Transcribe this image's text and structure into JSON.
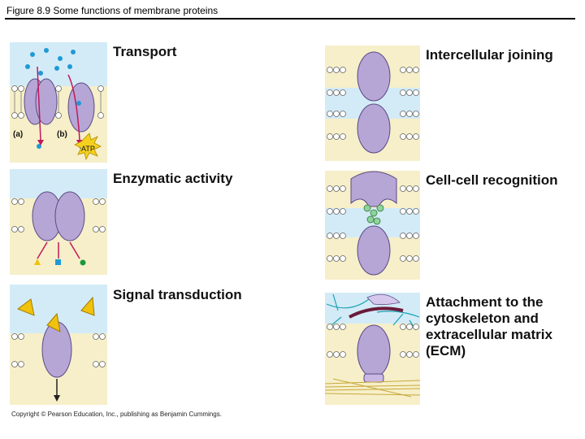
{
  "figure": {
    "title": "Figure 8.9 Some functions of membrane proteins"
  },
  "panels": {
    "transport": {
      "label": "Transport",
      "sub_a": "(a)",
      "sub_b": "(b)",
      "atp": "ATP"
    },
    "enzymatic": {
      "label": "Enzymatic activity"
    },
    "signal": {
      "label": "Signal transduction"
    },
    "joining": {
      "label": "Intercellular joining"
    },
    "recognition": {
      "label": "Cell-cell recognition"
    },
    "attachment": {
      "label": "Attachment to the\ncytoskeleton and\nextracellular matrix\n(ECM)"
    }
  },
  "footer": {
    "copyright": "Copyright © Pearson Education, Inc., publishing as Benjamin Cummings."
  },
  "colors": {
    "extracellular": "#d3ebf7",
    "cytoplasm": "#f6efc9",
    "protein": "#b6a6d6",
    "protein_edge": "#5a4a86",
    "arrow": "#c2185b",
    "solute": "#1e9ad6",
    "atp": "#f5d020",
    "signal": "#f0c20c",
    "glyco": "#8fd39a",
    "filament": "#6a1b3a"
  }
}
